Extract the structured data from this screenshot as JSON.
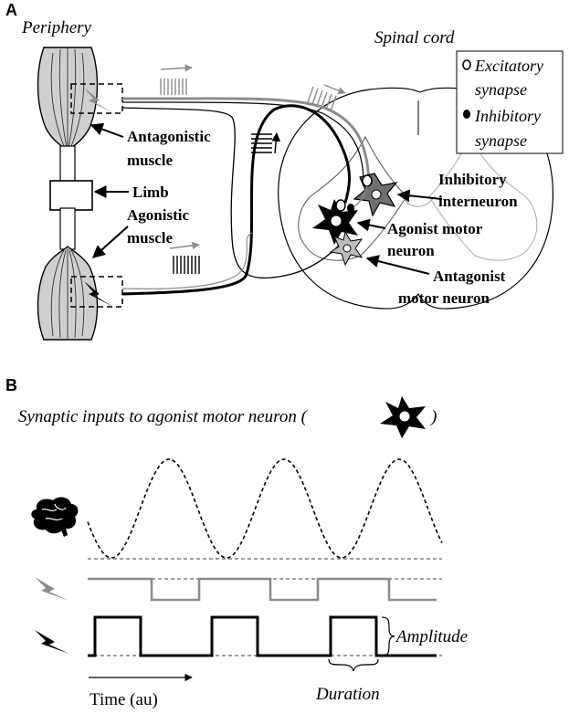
{
  "panelA": {
    "panel_label": "A",
    "periphery": "Periphery",
    "spinal_cord": "Spinal cord",
    "legend": {
      "excitatory_line1": "Excitatory",
      "excitatory_line2": "synapse",
      "inhibitory_line1": "Inhibitory",
      "inhibitory_line2": "synapse"
    },
    "antagonistic_muscle_line1": "Antagonistic",
    "antagonistic_muscle_line2": "muscle",
    "limb": "Limb",
    "agonistic_muscle_line1": "Agonistic",
    "agonistic_muscle_line2": "muscle",
    "inhibitory_interneuron_line1": "Inhibitory",
    "inhibitory_interneuron_line2": "interneuron",
    "agonist_motor_neuron_line1": "Agonist motor",
    "agonist_motor_neuron_line2": "neuron",
    "antagonist_motor_neuron_line1": "Antagonist",
    "antagonist_motor_neuron_line2": "motor neuron"
  },
  "panelB": {
    "panel_label": "B",
    "title": "Synaptic inputs to agonist motor neuron (",
    "title_close": ")",
    "amplitude": "Amplitude",
    "duration": "Duration",
    "time_axis": "Time (au)"
  },
  "colors": {
    "ink": "#000000",
    "gray_fiber": "#8c8c8c",
    "muscle_fill": "#cfcfcf",
    "neuron_gray": "#707070",
    "neuron_light": "#bdbdbd"
  },
  "icons": [
    "brain-icon",
    "gray-lightning-icon",
    "black-lightning-icon",
    "star-neuron-icon"
  ]
}
